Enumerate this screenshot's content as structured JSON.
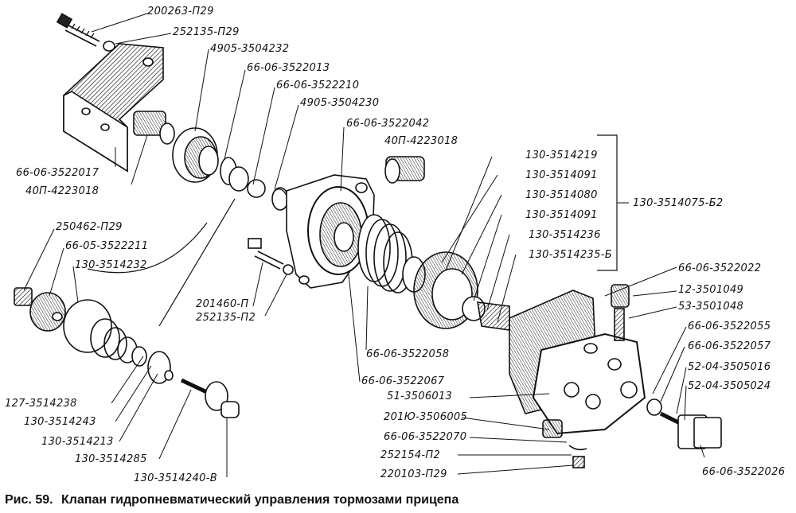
{
  "labels": {
    "l200263": "200263-П29",
    "l252135a": "252135-П29",
    "l4905_3504232": "4905-3504232",
    "l66_3522013": "66-06-3522013",
    "l66_3522210": "66-06-3522210",
    "l4905_3504230": "4905-3504230",
    "l66_3522042": "66-06-3522042",
    "l40p_a": "40П-4223018",
    "l130_3514219": "130-3514219",
    "l130_3514091a": "130-3514091",
    "l130_3514080": "130-3514080",
    "l130_3514091b": "130-3514091",
    "l130_3514236": "130-3514236",
    "l130_3514235": "130-3514235-Б",
    "l130_3514075": "130-3514075-Б2",
    "l66_3522017": "66-06-3522017",
    "l40p_b": "40П-4223018",
    "l250462": "250462-П29",
    "l66_05_3522211": "66-05-3522211",
    "l130_3514232": "130-3514232",
    "l201460": "201460-П",
    "l252135b": "252135-П2",
    "l66_3522022": "66-06-3522022",
    "l12_3501049": "12-3501049",
    "l53_3501048": "53-3501048",
    "l66_3522055": "66-06-3522055",
    "l66_3522057": "66-06-3522057",
    "l52_3505016": "52-04-3505016",
    "l52_3505024": "52-04-3505024",
    "l66_3522058": "66-06-3522058",
    "l66_3522067": "66-06-3522067",
    "l51_3506013": "51-3506013",
    "l201u_3506005": "201Ю-3506005",
    "l66_3522070": "66-06-3522070",
    "l252154": "252154-П2",
    "l220103": "220103-П29",
    "l127_3514238": "127-3514238",
    "l130_3514243": "130-3514243",
    "l130_3514213": "130-3514213",
    "l130_3514285": "130-3514285",
    "l130_3514240": "130-3514240-В",
    "l66_3522026": "66-06-3522026"
  },
  "caption": {
    "prefix": "Рис.",
    "number": "59.",
    "title": "Клапан гидропневматический управления тормозами прицепа"
  }
}
